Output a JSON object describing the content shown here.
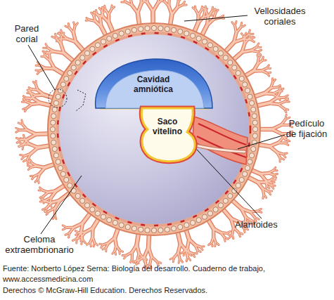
{
  "diagram": {
    "caption": "Fuente: Norberto López Serna: Biología del desarrollo. Cuaderno de trabajo, www.accessmedicina.com",
    "nodes": [
      {
        "text": [
          "Cavidad amniótica"
        ]
      },
      {
        "text": [
          "Saco vitelino"
        ]
      }
    ],
    "labels": [
      "Vellosidades coriales",
      "Pared corial",
      "Pedículo de fijación",
      "Alantoides",
      "Celoma extraembrionario",
      "Derechos © McGraw-Hill Education. Derechos Reservados."
    ]
  }
}
